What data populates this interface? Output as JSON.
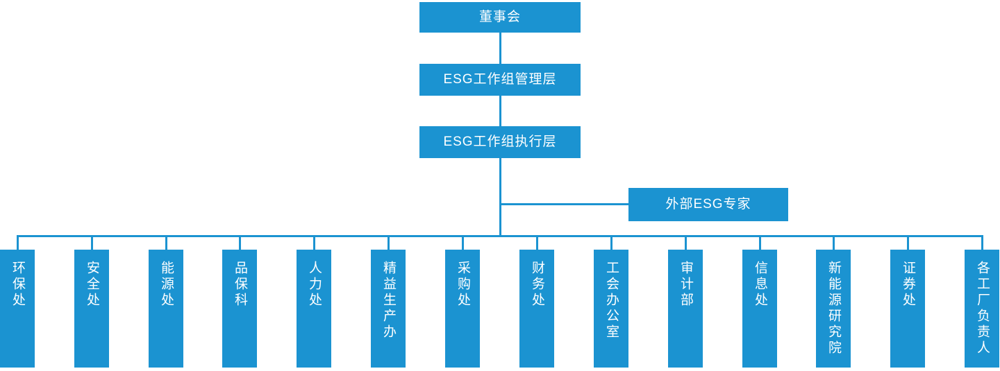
{
  "org_chart": {
    "board": "董事会",
    "esg_management": "ESG工作组管理层",
    "esg_execution": "ESG工作组执行层",
    "external_experts": "外部ESG专家",
    "departments": [
      "环保处",
      "安全处",
      "能源处",
      "品保科",
      "人力处",
      "精益生产办",
      "采购处",
      "财务处",
      "工会办公室",
      "审计部",
      "信息处",
      "新能源研究院",
      "证券处",
      "各工厂负责人"
    ]
  },
  "colors": {
    "node_fill": "#1b93d1",
    "connector": "#1b93d1",
    "node_text": "#ffffff",
    "background": "#ffffff"
  }
}
